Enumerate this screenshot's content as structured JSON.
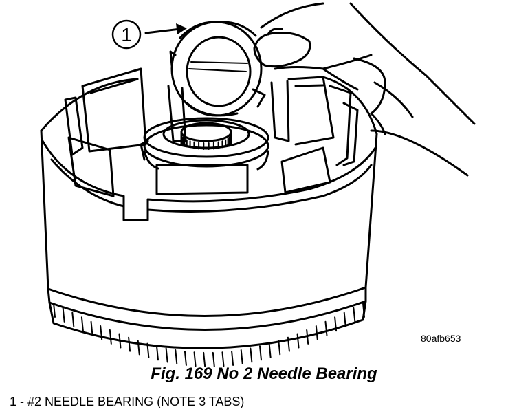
{
  "callout": {
    "number": "1"
  },
  "figure_id": "80afb653",
  "caption": "Fig. 169 No 2 Needle Bearing",
  "legend": [
    {
      "text": "1 - #2 NEEDLE BEARING (NOTE 3 TABS)"
    }
  ]
}
